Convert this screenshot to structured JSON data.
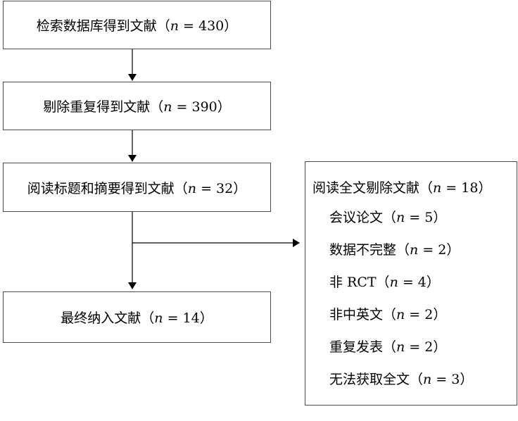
{
  "steps": [
    {
      "text": "检索数据库得到文献（",
      "n": "n",
      "rest": " = 430）"
    },
    {
      "text": "剔除重复得到文献（",
      "n": "n",
      "rest": " = 390）"
    },
    {
      "text": "阅读标题和摘要得到文献（",
      "n": "n",
      "rest": " = 32）"
    },
    {
      "text": "最终纳入文献（",
      "n": "n",
      "rest": " = 14）"
    }
  ],
  "exclusion": {
    "head": {
      "text": "阅读全文剔除文献（",
      "n": "n",
      "rest": " = 18）"
    },
    "items": [
      {
        "text": "会议论文（",
        "n": "n",
        "rest": " = 5）"
      },
      {
        "text": "数据不完整（",
        "n": "n",
        "rest": " = 2）"
      },
      {
        "text": "非 RCT（",
        "n": "n",
        "rest": " = 4）"
      },
      {
        "text": "非中英文（",
        "n": "n",
        "rest": " = 2）"
      },
      {
        "text": "重复发表（",
        "n": "n",
        "rest": " = 2）"
      },
      {
        "text": "无法获取全文（",
        "n": "n",
        "rest": " = 3）"
      }
    ]
  }
}
